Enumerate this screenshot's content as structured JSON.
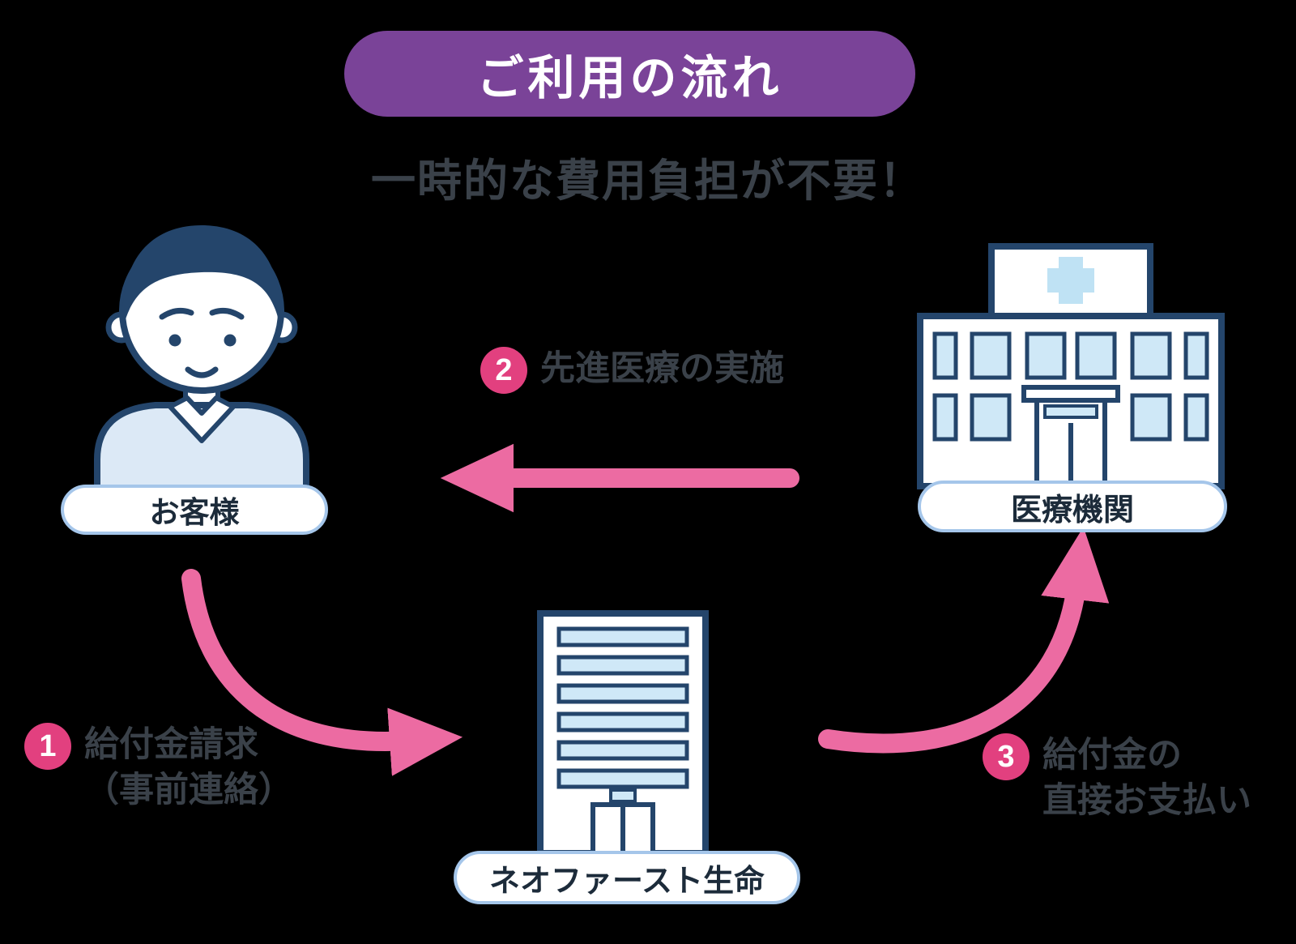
{
  "title": "ご利用の流れ",
  "subtitle": "一時的な費用負担が不要！",
  "nodes": {
    "customer": {
      "label": "お客様",
      "icon": "person-icon"
    },
    "hospital": {
      "label": "医療機関",
      "icon": "hospital-icon"
    },
    "insurer": {
      "label": "ネオファースト生命",
      "icon": "office-building-icon"
    }
  },
  "steps": {
    "step1": {
      "number": "1",
      "line1": "給付金請求",
      "line2": "（事前連絡）"
    },
    "step2": {
      "number": "2",
      "line1": "先進医療の実施",
      "line2": ""
    },
    "step3": {
      "number": "3",
      "line1": "給付金の",
      "line2": "直接お支払い"
    }
  },
  "colors": {
    "title_bg": "#7a4398",
    "arrow_pink": "#ec6ba2",
    "step_circle_pink": "#e2407f",
    "outline_navy": "#24456b",
    "window_blue": "#cfe8f7",
    "cross_blue": "#bfe2f4",
    "sweater_blue": "#dce9f6",
    "pill_border_blue": "#a5c6ea",
    "text_dark": "#3a4149",
    "background": "#000000"
  }
}
